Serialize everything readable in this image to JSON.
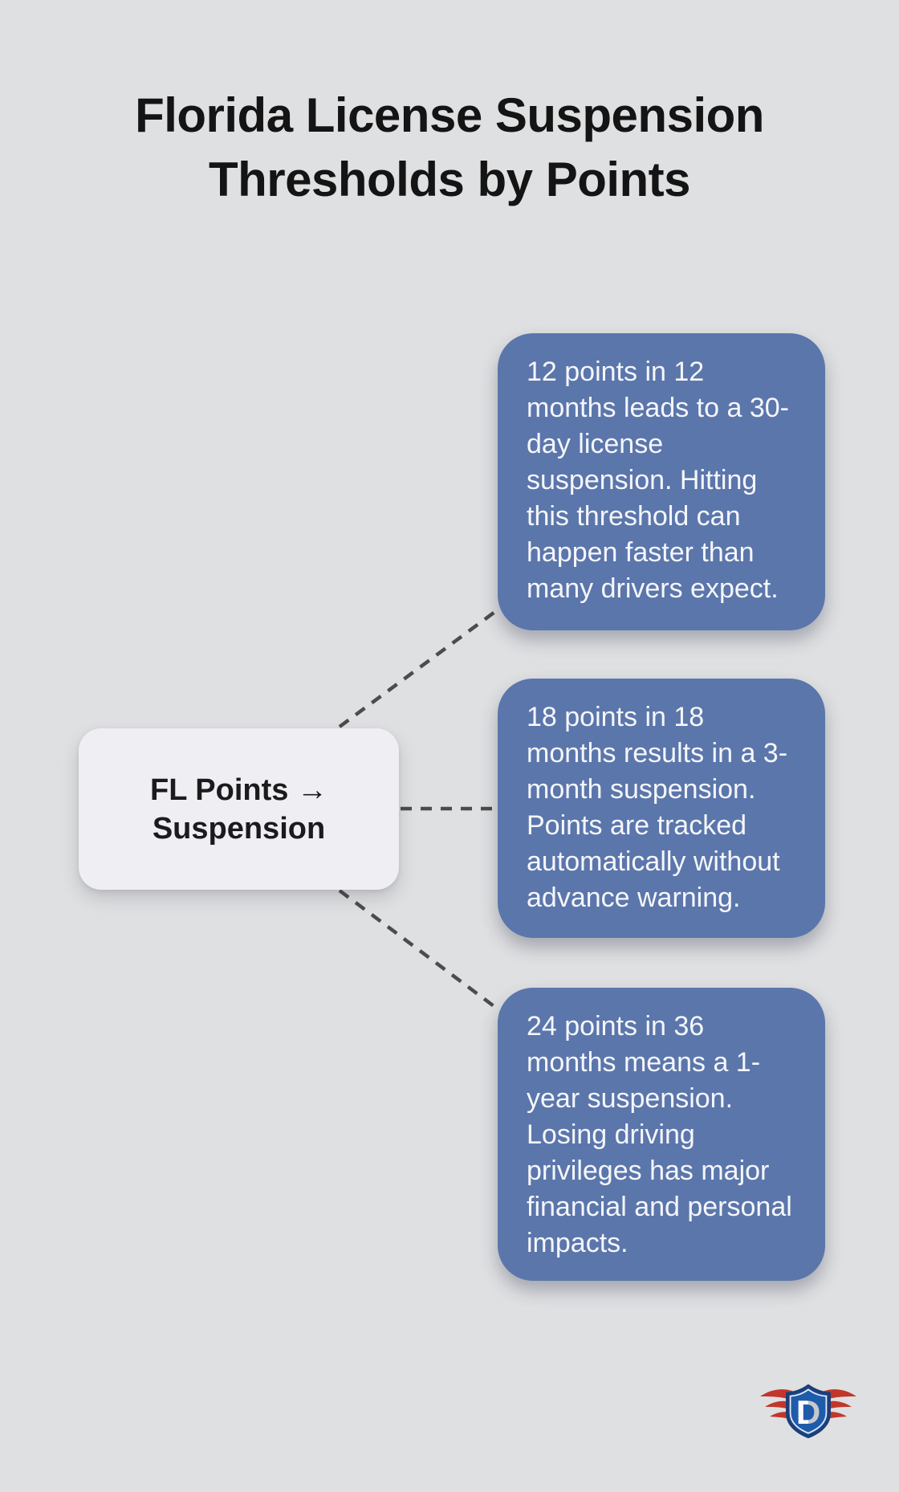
{
  "title": "Florida License Suspension\nThresholds by Points",
  "center_node": {
    "label": "FL Points →\nSuspension"
  },
  "cards": [
    {
      "id": "threshold-12-points",
      "text": "12 points in 12\nmonths leads to a 30-\nday license\nsuspension. Hitting\nthis threshold can\nhappen faster than\nmany drivers expect."
    },
    {
      "id": "threshold-18-points",
      "text": "18 points in 18\nmonths results in a 3-\nmonth suspension.\nPoints are tracked\nautomatically without\nadvance warning."
    },
    {
      "id": "threshold-24-points",
      "text": "24 points in 36\nmonths means a 1-\nyear suspension.\nLosing driving\nprivileges has major\nfinancial and personal\nimpacts."
    }
  ],
  "logo": {
    "letter": "D"
  },
  "colors": {
    "background": "#dfe0e2",
    "card_blue": "#5b76ab",
    "card_text": "#f5f6fa",
    "node_background": "#efeff3",
    "node_text": "#1b1b1d",
    "title_text": "#141414",
    "connector_gray": "#4c4c4c",
    "logo_shield_blue": "#1e5cab",
    "logo_shield_border": "#1c3e78",
    "logo_wing_red": "#c2362b"
  }
}
